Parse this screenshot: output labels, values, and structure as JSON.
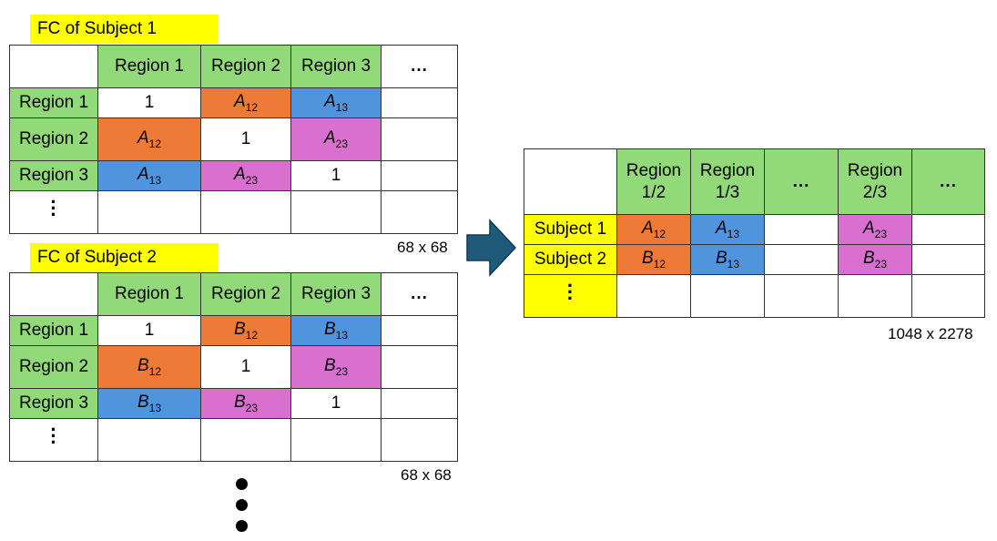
{
  "subject1": {
    "label": "FC of Subject 1",
    "headers": [
      "Region 1",
      "Region 2",
      "Region 3",
      "..."
    ],
    "rows": [
      "Region 1",
      "Region 2",
      "Region 3"
    ],
    "letter": "A",
    "diag": "1",
    "dims": "68 x 68"
  },
  "subject2": {
    "label": "FC of Subject 2",
    "headers": [
      "Region 1",
      "Region 2",
      "Region 3",
      "..."
    ],
    "rows": [
      "Region 1",
      "Region 2",
      "Region 3"
    ],
    "letter": "B",
    "diag": "1",
    "dims": "68 x 68"
  },
  "output": {
    "headers": [
      "Region\n1/2",
      "Region\n1/3",
      "...",
      "Region\n2/3",
      "..."
    ],
    "rows": [
      "Subject 1",
      "Subject 2"
    ],
    "letters": [
      "A",
      "B"
    ],
    "dims": "1048 x 2278"
  },
  "subscripts": {
    "s12": "12",
    "s13": "13",
    "s23": "23"
  },
  "colors": {
    "header": "#92d97a",
    "s12": "#ed7a36",
    "s13": "#4f94dc",
    "s23": "#d96fcf",
    "subject": "#ffff00",
    "arrow": "#1f5a7a"
  },
  "icons": {
    "arrow": "right-arrow-icon",
    "vertical_ellipsis": "vertical-ellipsis-icon",
    "more_subjects": "stacked-dots-icon"
  }
}
